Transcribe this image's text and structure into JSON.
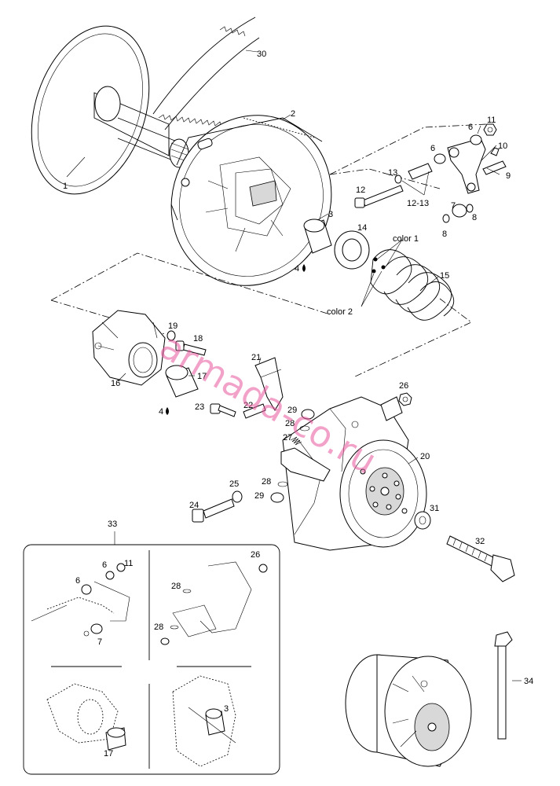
{
  "watermark": "armada-co.ru",
  "labels": {
    "l1": "1",
    "l2": "2",
    "l3": "3",
    "l4a": "4",
    "l4b": "4",
    "l6a": "6",
    "l6b": "6",
    "l7": "7",
    "l8a": "8",
    "l8b": "8",
    "l9": "9",
    "l10": "10",
    "l11": "11",
    "l12": "12",
    "l13": "13",
    "l1213": "12-13",
    "l14": "14",
    "l15": "15",
    "l16": "16",
    "l17": "17",
    "l18": "18",
    "l19": "19",
    "l20": "20",
    "l21": "21",
    "l22": "22",
    "l23": "23",
    "l24": "24",
    "l25": "25",
    "l26": "26",
    "l27": "27",
    "l28a": "28",
    "l28b": "28",
    "l29a": "29",
    "l29b": "29",
    "l30": "30",
    "l31": "31",
    "l32": "32",
    "l33": "33",
    "l34": "34",
    "color1": "color 1",
    "color2": "color 2",
    "i6a": "6",
    "i11": "11",
    "i6b": "6",
    "i7": "7",
    "i26": "26",
    "i28a": "28",
    "i28b": "28",
    "i17": "17",
    "i3": "3"
  }
}
